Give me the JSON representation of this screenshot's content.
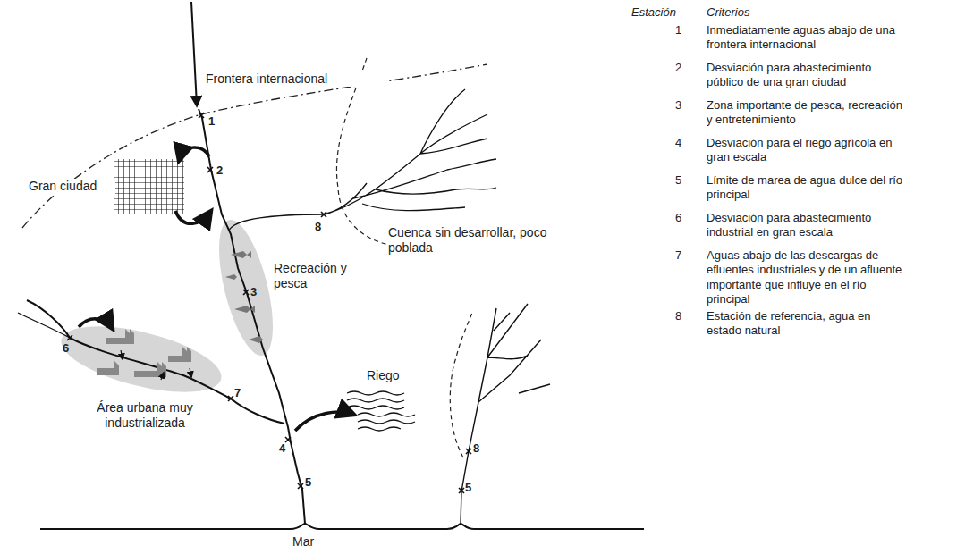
{
  "diagram": {
    "labels": [
      "Frontera internacional",
      "Gran ciudad",
      "Cuenca sin desarrollar, poco poblada",
      "Recreación y pesca",
      "Área urbana muy industrializada",
      "Riego",
      "Mar",
      "1",
      "2",
      "8",
      "3",
      "6",
      "7",
      "4",
      "5",
      "8",
      "5",
      "Estación",
      "Criterios",
      "1",
      "Inmediatamente aguas abajo de una frontera internacional",
      "2",
      "Desviación para abastecimiento público de una gran ciudad",
      "3",
      "Zona importante de pesca, recreación y entretenimiento",
      "4",
      "Desviación para el riego agrícola en gran escala",
      "5",
      "Límite de marea de agua dulce del río principal",
      "6",
      "Desviación para abastecimiento industrial en gran escala",
      "7",
      "Aguas abajo de las descargas de efluentes industriales y de un afluente importante que influye en el río principal",
      "8",
      "Estación de referencia, agua en estado natural"
    ]
  }
}
